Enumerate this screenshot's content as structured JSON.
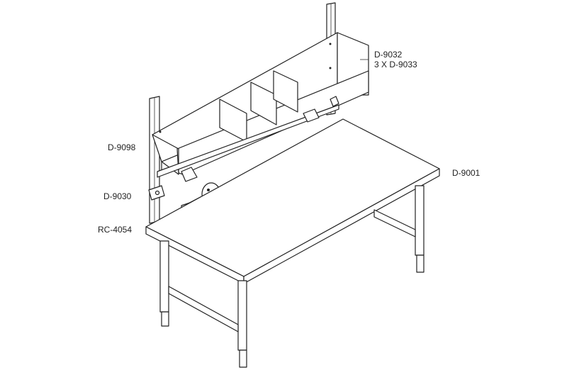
{
  "labels": {
    "d9032": "D-9032",
    "d9033": "3 X D-9033",
    "d9098": "D-9098",
    "d9030": "D-9030",
    "rc4054": "RC-4054",
    "d9001": "D-9001"
  },
  "colors": {
    "line": "#222222",
    "background": "#ffffff"
  }
}
